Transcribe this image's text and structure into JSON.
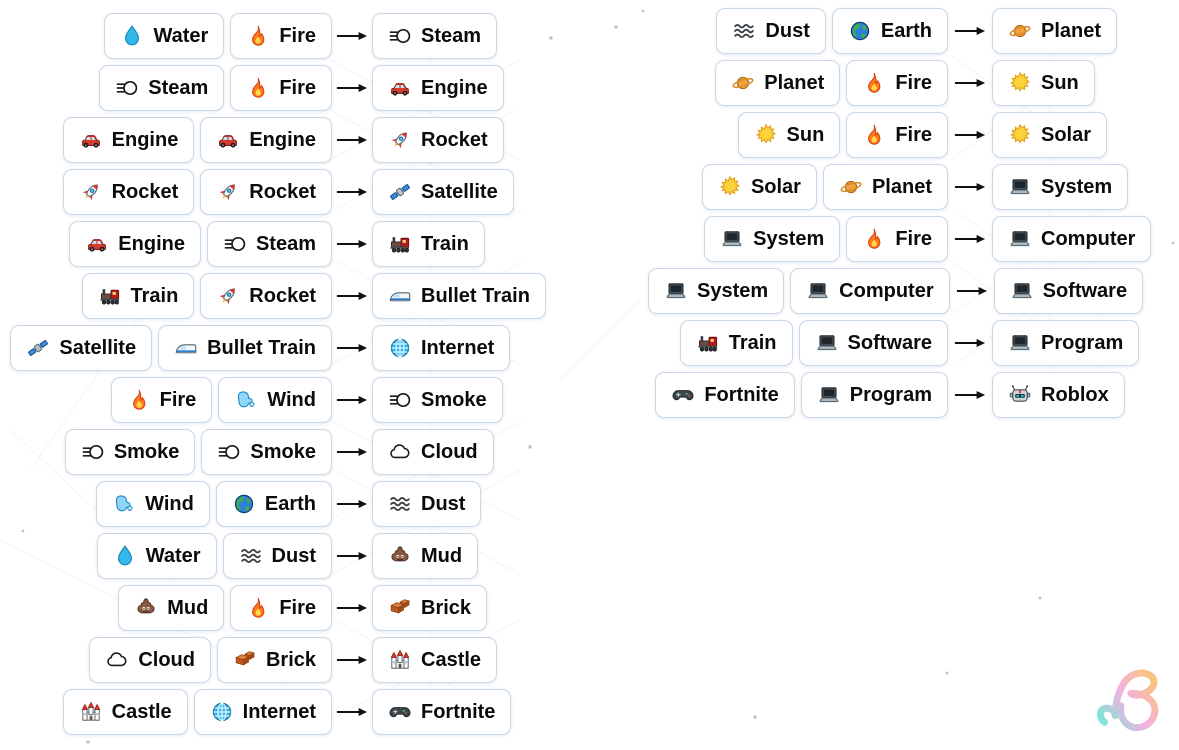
{
  "tile_style": {
    "border_color": "#c9d8e8",
    "background": "#ffffff",
    "text_color": "#0b0b0b",
    "arrow_color": "#111111"
  },
  "items": {
    "water": {
      "label": "Water",
      "icon": "water-droplet-icon"
    },
    "fire": {
      "label": "Fire",
      "icon": "fire-icon"
    },
    "steam": {
      "label": "Steam",
      "icon": "dash-puff-icon"
    },
    "engine": {
      "label": "Engine",
      "icon": "car-icon"
    },
    "rocket": {
      "label": "Rocket",
      "icon": "rocket-icon"
    },
    "satellite": {
      "label": "Satellite",
      "icon": "satellite-icon"
    },
    "train": {
      "label": "Train",
      "icon": "locomotive-icon"
    },
    "bullet_train": {
      "label": "Bullet Train",
      "icon": "bullet-train-icon"
    },
    "internet": {
      "label": "Internet",
      "icon": "globe-grid-icon"
    },
    "smoke": {
      "label": "Smoke",
      "icon": "dash-puff-icon"
    },
    "cloud": {
      "label": "Cloud",
      "icon": "cloud-icon"
    },
    "wind": {
      "label": "Wind",
      "icon": "wind-face-icon"
    },
    "earth": {
      "label": "Earth",
      "icon": "earth-globe-icon"
    },
    "dust": {
      "label": "Dust",
      "icon": "dust-waves-icon"
    },
    "mud": {
      "label": "Mud",
      "icon": "mud-pile-icon"
    },
    "brick": {
      "label": "Brick",
      "icon": "brick-icon"
    },
    "castle": {
      "label": "Castle",
      "icon": "castle-icon"
    },
    "fortnite": {
      "label": "Fortnite",
      "icon": "gamepad-icon"
    },
    "planet": {
      "label": "Planet",
      "icon": "ringed-planet-icon"
    },
    "sun": {
      "label": "Sun",
      "icon": "sun-icon"
    },
    "solar": {
      "label": "Solar",
      "icon": "sun-icon"
    },
    "system": {
      "label": "System",
      "icon": "laptop-icon"
    },
    "computer": {
      "label": "Computer",
      "icon": "laptop-icon"
    },
    "software": {
      "label": "Software",
      "icon": "laptop-icon"
    },
    "program": {
      "label": "Program",
      "icon": "laptop-icon"
    },
    "roblox": {
      "label": "Roblox",
      "icon": "robot-icon"
    }
  },
  "left_recipes": [
    {
      "a": "water",
      "b": "fire",
      "result": "steam"
    },
    {
      "a": "steam",
      "b": "fire",
      "result": "engine"
    },
    {
      "a": "engine",
      "b": "engine",
      "result": "rocket"
    },
    {
      "a": "rocket",
      "b": "rocket",
      "result": "satellite"
    },
    {
      "a": "engine",
      "b": "steam",
      "result": "train"
    },
    {
      "a": "train",
      "b": "rocket",
      "result": "bullet_train"
    },
    {
      "a": "satellite",
      "b": "bullet_train",
      "result": "internet"
    },
    {
      "a": "fire",
      "b": "wind",
      "result": "smoke"
    },
    {
      "a": "smoke",
      "b": "smoke",
      "result": "cloud"
    },
    {
      "a": "wind",
      "b": "earth",
      "result": "dust"
    },
    {
      "a": "water",
      "b": "dust",
      "result": "mud"
    },
    {
      "a": "mud",
      "b": "fire",
      "result": "brick"
    },
    {
      "a": "cloud",
      "b": "brick",
      "result": "castle"
    },
    {
      "a": "castle",
      "b": "internet",
      "result": "fortnite"
    }
  ],
  "right_recipes": [
    {
      "a": "dust",
      "b": "earth",
      "result": "planet"
    },
    {
      "a": "planet",
      "b": "fire",
      "result": "sun"
    },
    {
      "a": "sun",
      "b": "fire",
      "result": "solar"
    },
    {
      "a": "solar",
      "b": "planet",
      "result": "system"
    },
    {
      "a": "system",
      "b": "fire",
      "result": "computer"
    },
    {
      "a": "system",
      "b": "computer",
      "result": "software"
    },
    {
      "a": "train",
      "b": "software",
      "result": "program"
    },
    {
      "a": "fortnite",
      "b": "program",
      "result": "roblox"
    }
  ],
  "watermark": {
    "name": "beebom-logo",
    "gradient": [
      "#6fe3d4",
      "#f3a8de",
      "#f8bd72"
    ]
  }
}
